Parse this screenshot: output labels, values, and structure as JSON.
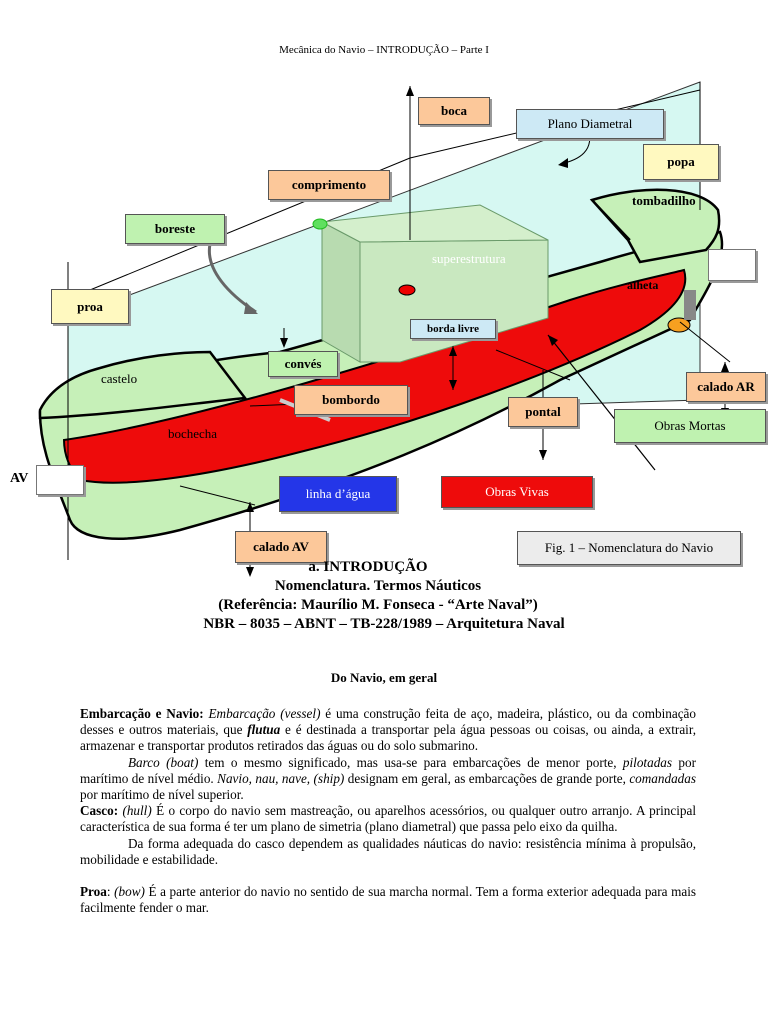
{
  "header": {
    "title": "Mecânica do Navio – INTRODUÇÃO – Parte I"
  },
  "figure": {
    "labels": {
      "boca": "boca",
      "plano_diametral": "Plano Diametral",
      "popa": "popa",
      "comprimento": "comprimento",
      "tombadilho": "tombadilho",
      "boreste": "boreste",
      "superestrutura": "superestrutura",
      "alheta": "alheta",
      "proa": "proa",
      "borda_livre": "borda livre",
      "conves": "convés",
      "castelo": "castelo",
      "bombordo": "bombordo",
      "calado_ar": "calado AR",
      "pontal": "pontal",
      "obras_mortas": "Obras Mortas",
      "bochecha": "bochecha",
      "av": "AV",
      "linha_dagua": "linha d’água",
      "obras_vivas": "Obras Vivas",
      "calado_av": "calado AV",
      "caption": "Fig. 1 – Nomenclatura do Navio"
    },
    "colors": {
      "hull_green": "#c6f0b8",
      "plane_cyan": "#d6f8f2",
      "hull_red": "#ee0b0b",
      "superstructure": "#c9e8c0"
    }
  },
  "titles": {
    "line1": "a. INTRODUÇÃO",
    "line2": "Nomenclatura. Termos Náuticos",
    "line3": "(Referência: Maurílio M. Fonseca - “Arte Naval”)",
    "line4": "NBR – 8035 – ABNT – TB-228/1989 – Arquitetura Naval"
  },
  "section": {
    "heading": "Do Navio, em geral"
  },
  "paragraphs": {
    "p1": {
      "term": "Embarcação e Navio:",
      "italic1": "Embarcação (vessel)",
      "text1": " é uma construção feita de aço, madeira, plástico, ou da combinação desses e outros materiais, que ",
      "flutua": "flutua",
      "text2": " e é destinada a transportar pela água pessoas ou coisas, ou ainda, a extrair, armazenar e transportar produtos retirados das águas ou do solo submarino."
    },
    "p2": {
      "italic1": "Barco (boat)",
      "text1": " tem o mesmo significado, mas usa-se para embarcações de menor porte, ",
      "italic2": "pilotadas",
      "text2": " por marítimo de nível médio. ",
      "italic3": "Navio, nau, nave, (ship)",
      "text3": " designam em geral, as embarcações de grande porte, ",
      "italic4": "comandadas",
      "text4": " por marítimo de nível superior."
    },
    "p3": {
      "term": "Casco:",
      "italic1": "(hull)",
      "text1": " É o corpo do navio sem mastreação, ou aparelhos acessórios, ou qualquer outro arranjo. A principal característica de sua forma é ter um plano de simetria (plano diametral) que passa pelo eixo da quilha."
    },
    "p4": {
      "text": "Da forma adequada do casco dependem as qualidades náuticas do navio: resistência mínima à propulsão, mobilidade e estabilidade."
    },
    "p5": {
      "term": "Proa",
      "text0": ": ",
      "italic1": "(bow)",
      "text1": " É a parte anterior do navio no sentido de sua marcha normal. Tem a forma exterior adequada para mais facilmente fender o mar."
    }
  }
}
